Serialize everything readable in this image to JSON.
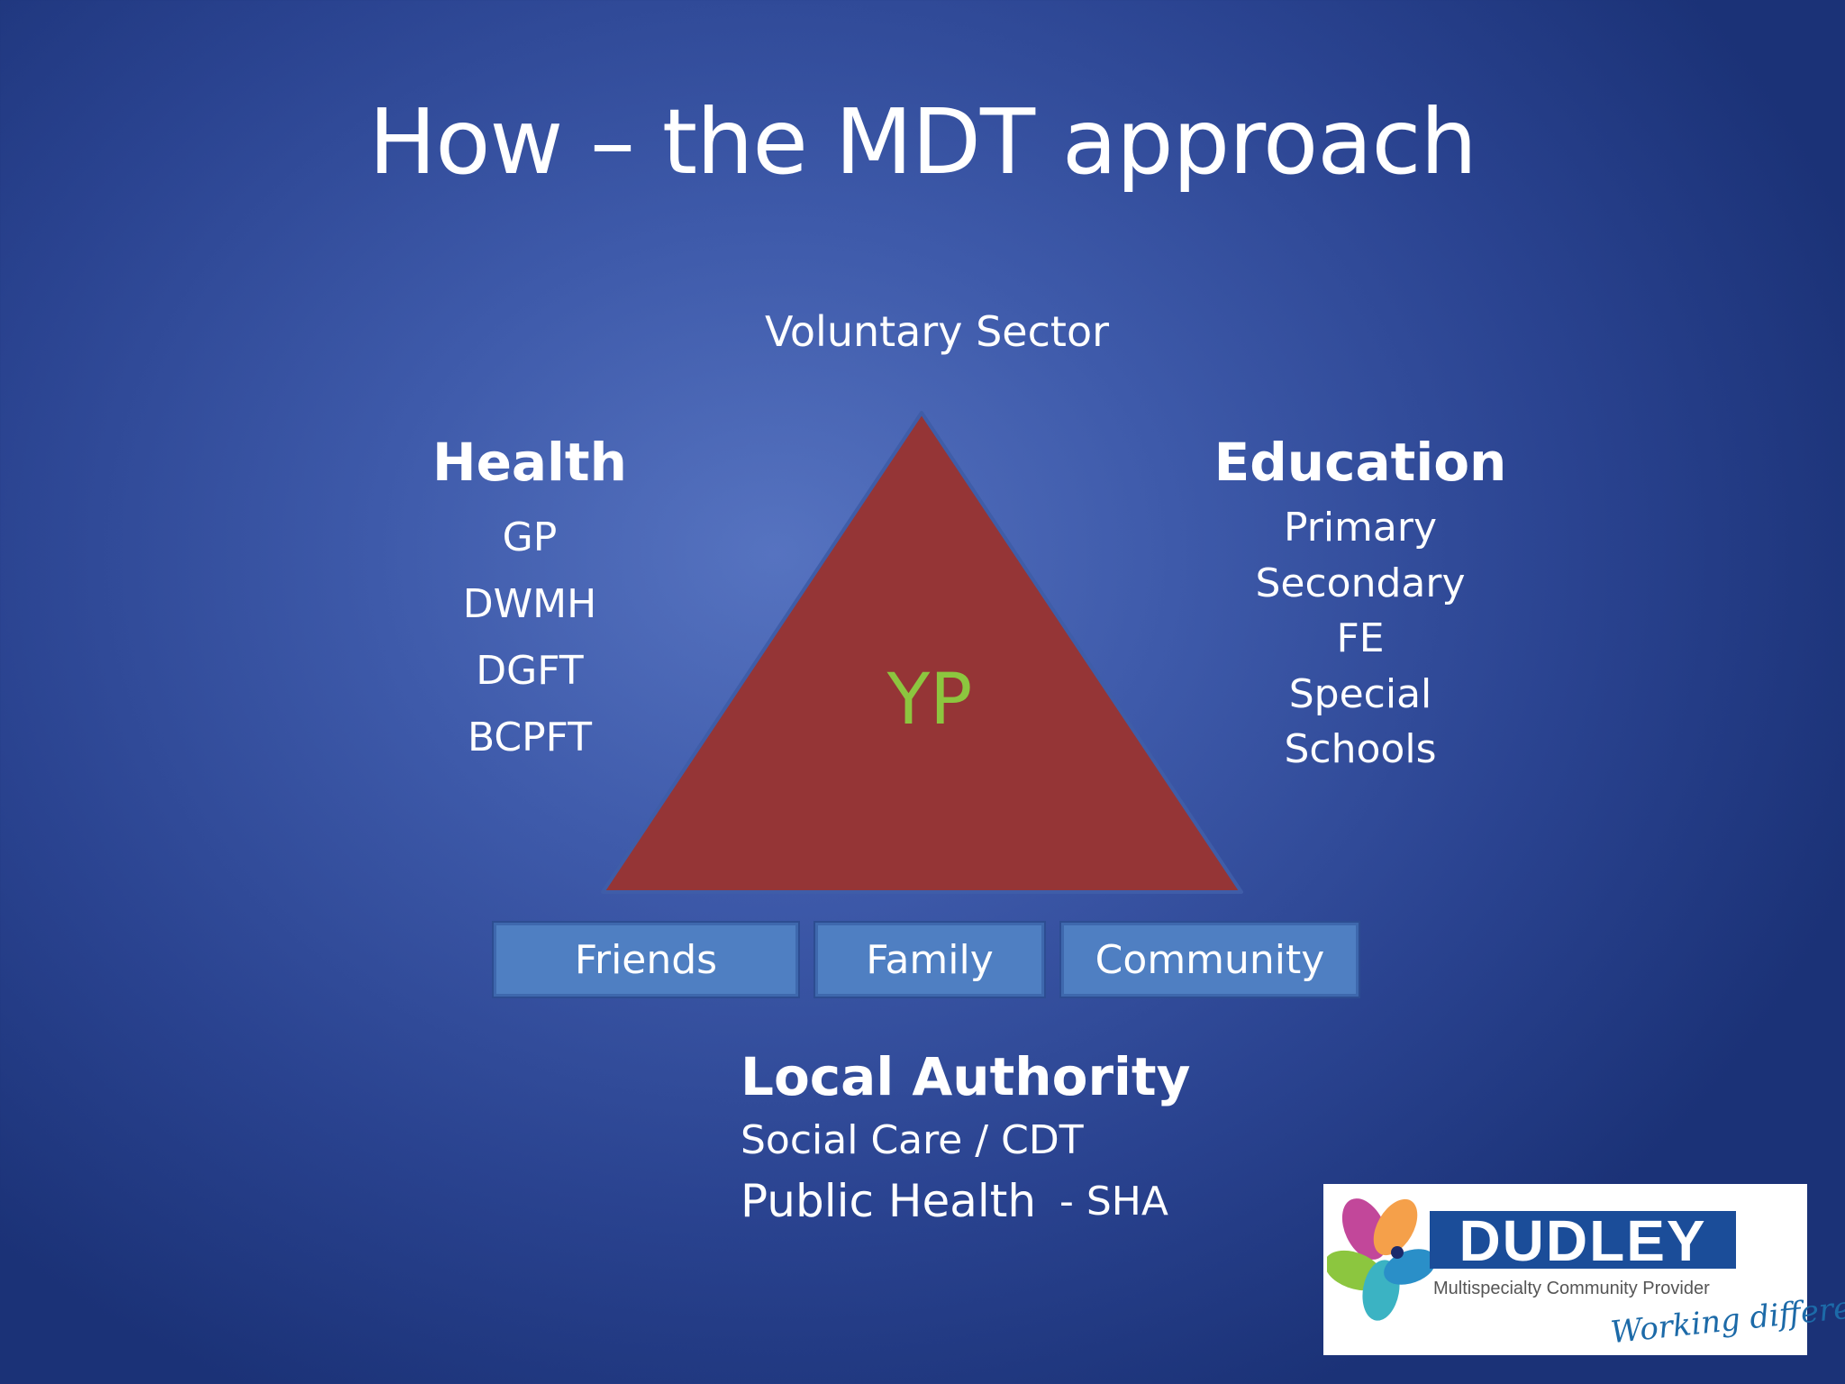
{
  "slide": {
    "title": "How – the MDT approach"
  },
  "diagram": {
    "top_label": "Voluntary Sector",
    "center_label": "YP",
    "health": {
      "heading": "Health",
      "items": [
        "GP",
        "DWMH",
        "DGFT",
        "BCPFT"
      ]
    },
    "education": {
      "heading": "Education",
      "items": [
        "Primary",
        "Secondary",
        "FE",
        "Special",
        "Schools"
      ]
    },
    "base_boxes": [
      "Friends",
      "Family",
      "Community"
    ],
    "local_authority": {
      "heading": "Local Authority",
      "line1": "Social Care / CDT",
      "line2": "Public Health",
      "line2_suffix": "- SHA"
    }
  },
  "logo": {
    "name": "DUDLEY",
    "subtitle": "Multispecialty Community Provider",
    "tagline": "Working differently"
  },
  "colors": {
    "background": "#2a4390",
    "triangle_fill": "#953536",
    "center_label": "#8cc63f",
    "box_fill": "#4f7fc2",
    "logo_blue": "#1b4d99"
  }
}
